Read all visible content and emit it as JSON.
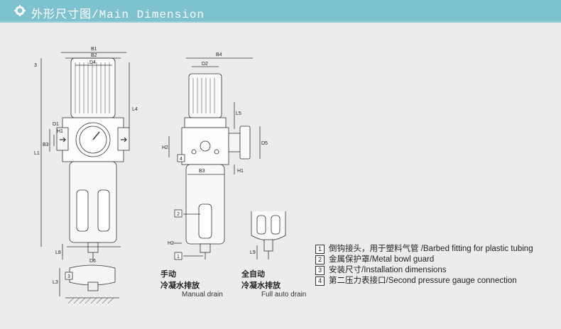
{
  "header": {
    "title": "外形尺寸图/Main Dimension",
    "bar_color": "#7fc2cf",
    "text_color": "#ffffff",
    "icon": "gear-icon"
  },
  "labels": {
    "front": [
      "B1",
      "B2",
      "D4",
      "3",
      "L4",
      "D1",
      "H1",
      "B3",
      "L1",
      "L8",
      "D6",
      "L3",
      "3"
    ],
    "side": [
      "B4",
      "D2",
      "L5",
      "H2",
      "4",
      "D5",
      "B3",
      "H1",
      "2",
      "H2",
      "1"
    ],
    "auto": [
      "L9"
    ]
  },
  "captions": {
    "manual_zh_1": "手动",
    "manual_zh_2": "冷凝水排放",
    "manual_en": "Manual drain",
    "auto_zh_1": "全自动",
    "auto_zh_2": "冷凝水排放",
    "auto_en": "Full auto drain"
  },
  "legend": [
    {
      "num": "1",
      "text": "倒钩接头，用于塑料气管 /Barbed fitting for plastic tubing"
    },
    {
      "num": "2",
      "text": "金属保护罩/Metal bowl guard"
    },
    {
      "num": "3",
      "text": "安装尺寸/Installation dimensions"
    },
    {
      "num": "4",
      "text": "第二压力表接口/Second pressure gauge connection"
    }
  ]
}
